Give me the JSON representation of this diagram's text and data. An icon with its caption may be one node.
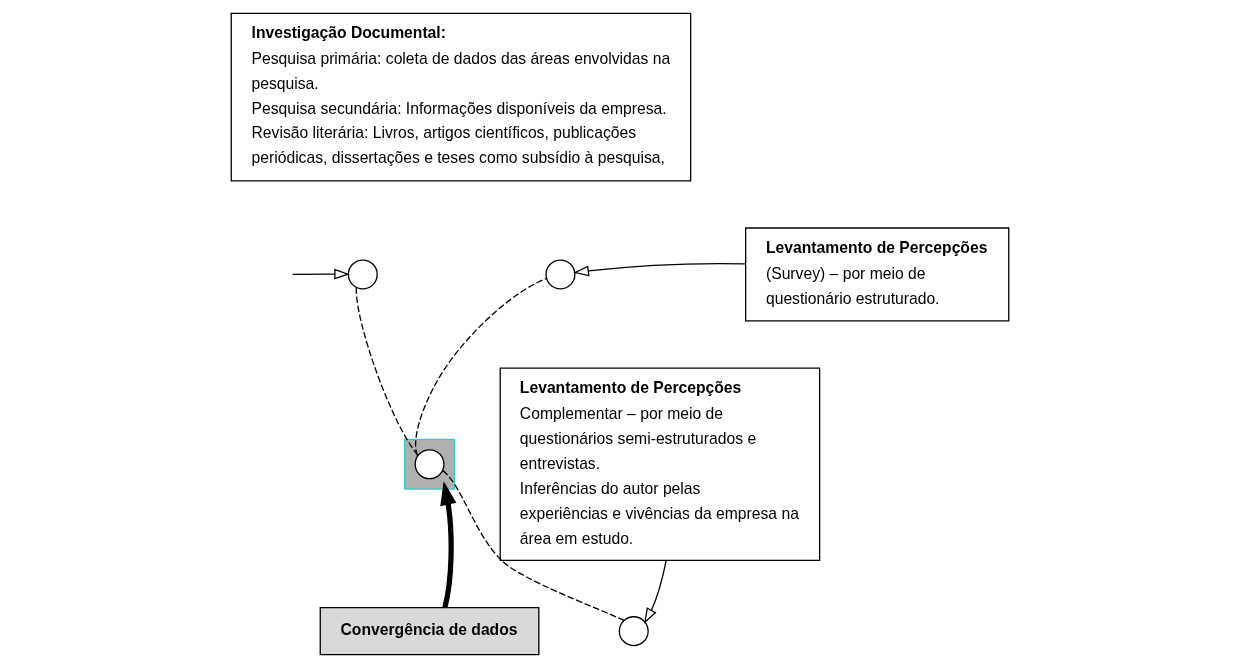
{
  "diagram": {
    "nodes": [
      {
        "text": [
          "Investigação Documental:",
          "Pesquisa primária: coleta de dados das áreas envolvidas na pesquisa.",
          "Pesquisa secundária: Informações disponíveis da empresa.",
          "Revisão literária: Livros, artigos científicos, publicações periódicas, dissertações e teses como subsídio à pesquisa,"
        ]
      },
      {
        "text": [],
        "shape": "triangle"
      },
      {
        "text": [],
        "shape": "circle"
      },
      {
        "text": [],
        "shape": "circle"
      },
      {
        "text": [],
        "shape": "circle",
        "in": 1
      },
      {
        "text": [],
        "shape": "circle"
      },
      {
        "text": [
          "Levantamento de Percepções",
          "(Survey) – por meio de questionário estruturado."
        ]
      },
      {
        "text": [
          "Levantamento de Percepções",
          "Complementar – por meio de questionários semi-estruturados e entrevistas.",
          "Inferências do autor pelas experiências e vivências da empresa na área em estudo."
        ]
      },
      {
        "text": [
          "Convergência de dados"
        ]
      }
    ],
    "edges": [
      {
        "from": null,
        "to": 2,
        "arrow": "to"
      },
      {
        "from": 6,
        "to": 3,
        "arrow": "to"
      },
      {
        "from": 7,
        "to": 5,
        "arrow": "to"
      },
      {
        "from": 8,
        "to": 1,
        "arrow": "to",
        "style": "thick"
      },
      {
        "from": 4,
        "to": 2,
        "arrow": "none",
        "style": "dashed"
      },
      {
        "from": 4,
        "to": 3,
        "arrow": "none",
        "style": "dashed"
      },
      {
        "from": 4,
        "to": 5,
        "arrow": "none",
        "style": "dashed"
      }
    ]
  }
}
